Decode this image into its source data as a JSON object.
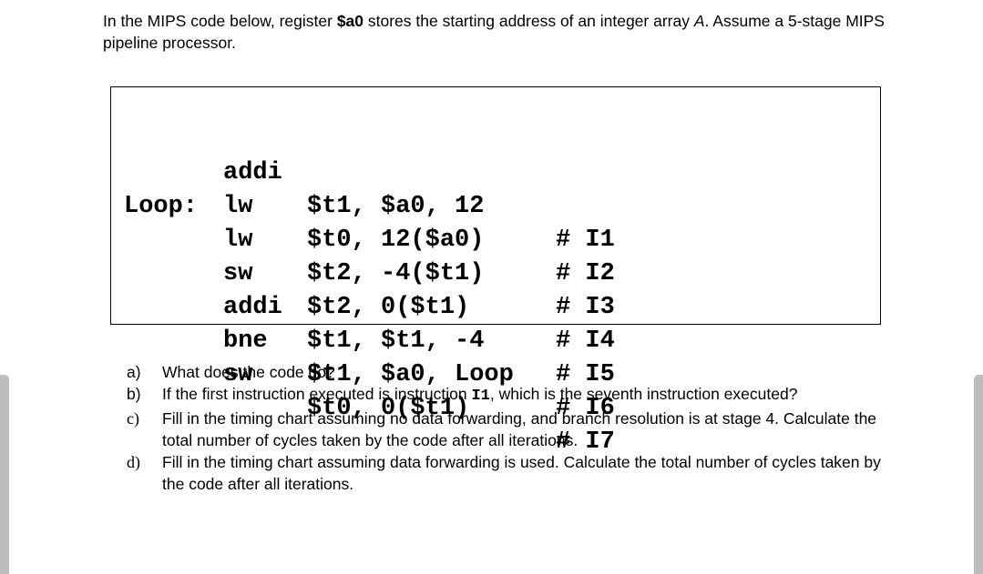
{
  "intro": {
    "part1": "In the MIPS code below, register ",
    "reg": "$a0",
    "part2": " stores the starting address of an integer array ",
    "array": "A",
    "part3": ". Assume a 5-stage MIPS pipeline processor."
  },
  "code": [
    {
      "label": "",
      "op": "addi",
      "args": "$t1, $a0, 12",
      "comment": "# I1"
    },
    {
      "label": "",
      "op": "lw",
      "args": "$t0, 12($a0)",
      "comment": "# I2"
    },
    {
      "label": "Loop:",
      "op": "lw",
      "args": "$t2, -4($t1)",
      "comment": "# I3"
    },
    {
      "label": "",
      "op": "sw",
      "args": "$t2, 0($t1)",
      "comment": "# I4"
    },
    {
      "label": "",
      "op": "addi",
      "args": "$t1, $t1, -4",
      "comment": "# I5"
    },
    {
      "label": "",
      "op": "bne",
      "args": "$t1, $a0, Loop",
      "comment": "# I6"
    },
    {
      "label": "",
      "op": "sw",
      "args": "$t0, 0($t1)",
      "comment": "# I7"
    }
  ],
  "questions": {
    "a": {
      "letter": "a)",
      "text": "What does the code do?"
    },
    "b": {
      "letter": "b)",
      "text_before": "If the first instruction executed is instruction ",
      "code": "I1",
      "text_after": ", which is the seventh instruction executed?"
    },
    "c": {
      "letter": "c)",
      "text": "Fill in the timing chart assuming no data forwarding, and branch resolution is at stage 4. Calculate the total number of cycles taken by the code after all iterations."
    },
    "d": {
      "letter": "d)",
      "text": "Fill in the timing chart assuming data forwarding is used. Calculate the total number of cycles taken by the code after all iterations."
    }
  }
}
